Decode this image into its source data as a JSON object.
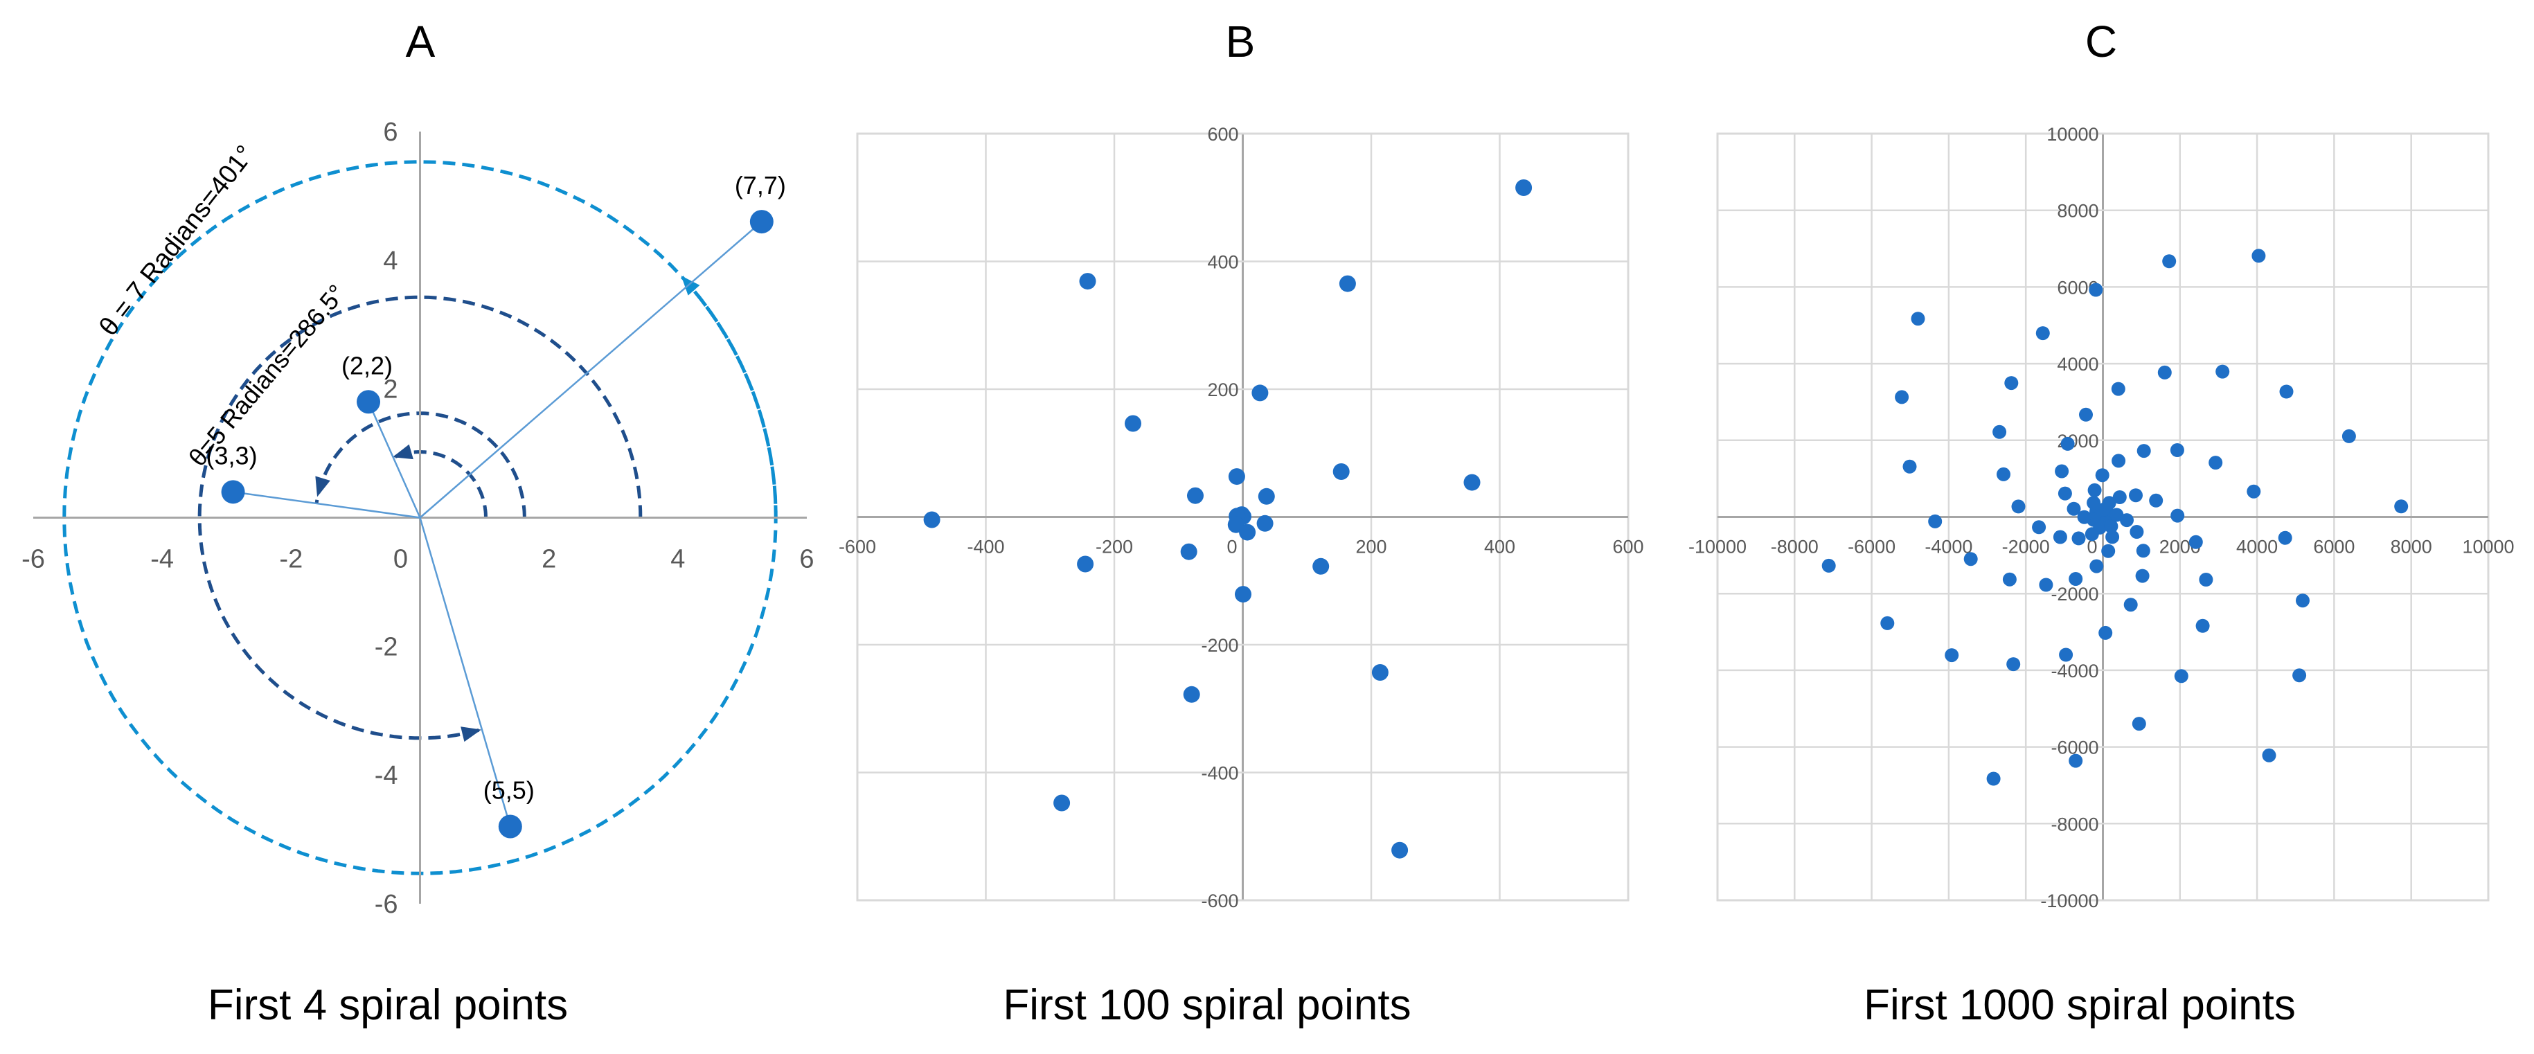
{
  "figure": {
    "panels": [
      {
        "letter": "A",
        "caption": "First 4 spiral points"
      },
      {
        "letter": "B",
        "caption": "First 100 spiral points"
      },
      {
        "letter": "C",
        "caption": "First 1000 spiral points"
      }
    ]
  },
  "colors": {
    "points": "#1F6FC6",
    "circle_outer": "#0E8FD0",
    "circle_inner": "#1F4E8C",
    "gridline": "#D9D9D9",
    "axis": "#A6A6A6",
    "tick_text": "#595959"
  },
  "chart_data": [
    {
      "type": "scatter",
      "title": "A",
      "caption": "First 4 spiral points",
      "xlim": [
        -6,
        6
      ],
      "ylim": [
        -6,
        6
      ],
      "xticks": [
        -6,
        -4,
        -2,
        0,
        2,
        4,
        6
      ],
      "yticks": [
        -6,
        -4,
        -2,
        0,
        2,
        4,
        6
      ],
      "grid": false,
      "series": [
        {
          "points": [
            {
              "x": 5.3,
              "y": 4.6,
              "label": "(7,7)"
            },
            {
              "x": -0.8,
              "y": 1.8,
              "label": "(2,2)"
            },
            {
              "x": -2.9,
              "y": 0.4,
              "label": "(3,3)"
            },
            {
              "x": 1.4,
              "y": -4.8,
              "label": "(5,5)"
            }
          ]
        }
      ],
      "annotations": [
        {
          "text": "θ = 7 Radians=401°",
          "angle_rad": 7,
          "radius": 5.5
        },
        {
          "text": "θ=5 Radians=286.5°",
          "angle_rad": 5,
          "radius": 3.4
        }
      ]
    },
    {
      "type": "scatter",
      "title": "B",
      "caption": "First 100 spiral points",
      "xlim": [
        -600,
        600
      ],
      "ylim": [
        -600,
        600
      ],
      "xticks": [
        -600,
        -400,
        -200,
        0,
        200,
        400,
        600
      ],
      "yticks": [
        -600,
        -400,
        -200,
        0,
        200,
        400,
        600
      ],
      "grid": true,
      "n_points": 100,
      "spiral": "r = n^2, angle = n radians",
      "series": [
        {}
      ]
    },
    {
      "type": "scatter",
      "title": "C",
      "caption": "First 1000 spiral points",
      "xlim": [
        -10000,
        10000
      ],
      "ylim": [
        -10000,
        10000
      ],
      "xticks": [
        -10000,
        -8000,
        -6000,
        -4000,
        -2000,
        0,
        2000,
        4000,
        6000,
        8000,
        10000
      ],
      "yticks": [
        -10000,
        -8000,
        -6000,
        -4000,
        -2000,
        0,
        2000,
        4000,
        6000,
        8000,
        10000
      ],
      "grid": true,
      "n_points": 1000,
      "spiral": "r = n^2, angle = n radians (points with r > 8000 not shown)",
      "series": [
        {}
      ]
    }
  ]
}
